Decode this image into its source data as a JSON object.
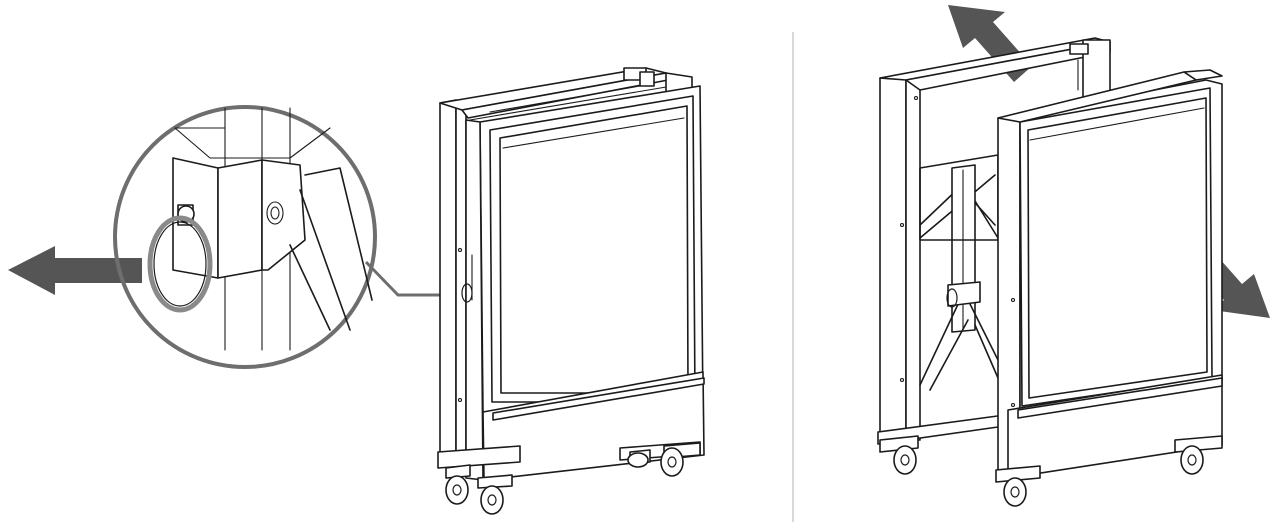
{
  "figure": {
    "panels": [
      {
        "step": "fold-release",
        "arrows": 1,
        "shows_detail_callout": true
      },
      {
        "step": "unfold-frames",
        "arrows": 2,
        "shows_detail_callout": false
      }
    ],
    "colors": {
      "line": "#1b1b1b",
      "arrow": "#555555",
      "callout": "#6e6e6e",
      "divider": "#d8d8d8",
      "ring": "#8a8a8a"
    },
    "icons": [
      "pull-arrow-icon",
      "push-arrow-icon",
      "caster-wheel-icon",
      "pull-ring-icon"
    ]
  }
}
